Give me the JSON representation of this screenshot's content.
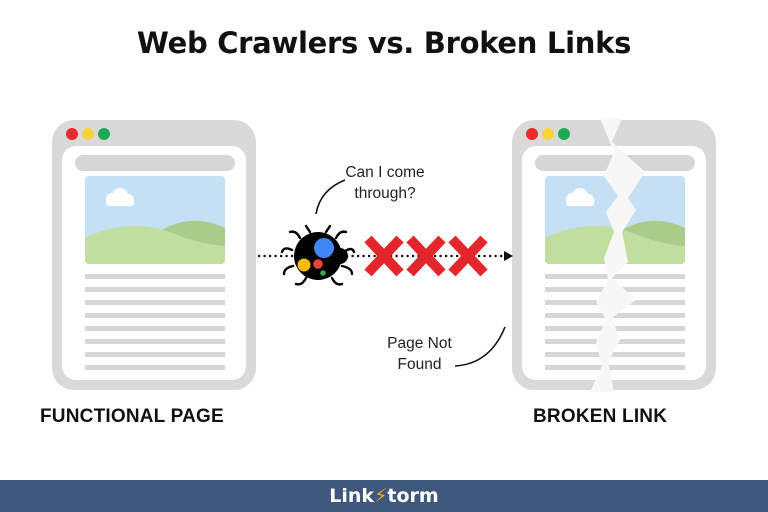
{
  "title": "Web Crawlers vs. Broken Links",
  "left_panel": {
    "caption": "FUNCTIONAL PAGE",
    "window_dots": [
      "#ee2b2b",
      "#f7d23b",
      "#20a956"
    ],
    "text_lines": 8
  },
  "right_panel": {
    "caption": "BROKEN LINK",
    "window_dots": [
      "#ee2b2b",
      "#f7d23b",
      "#20a956"
    ],
    "text_lines": 8,
    "state": "cracked"
  },
  "crawler": {
    "icon": "bug-icon",
    "speech": {
      "line1": "Can I come",
      "line2": "through?"
    },
    "colors": {
      "body": "#000000",
      "blue": "#4285f4",
      "red": "#ea4335",
      "yellow": "#fbbc05",
      "green": "#34a853"
    }
  },
  "blockers": {
    "icon": "x-mark-icon",
    "count": 3,
    "color": "#e3262b"
  },
  "error_note": {
    "line1": "Page Not",
    "line2": "Found"
  },
  "footer": {
    "brand_part1": "Link",
    "brand_bolt": "⚡",
    "brand_part2": "torm",
    "background": "#3e577c"
  }
}
